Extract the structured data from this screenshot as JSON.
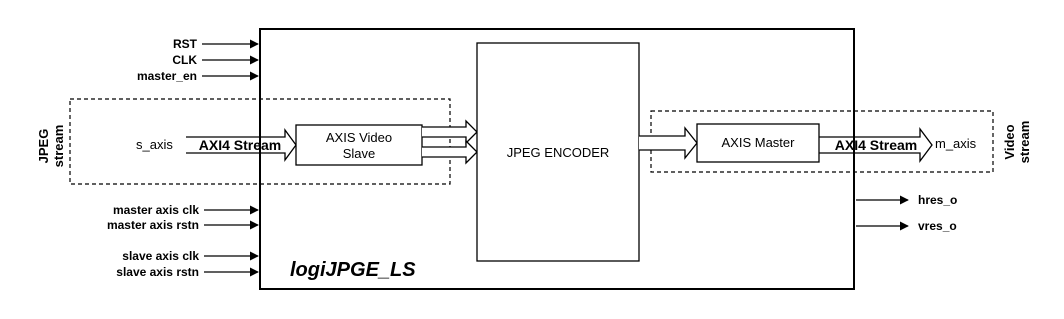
{
  "core": {
    "title": "logiJPGE_LS"
  },
  "left_signals": {
    "rst": "RST",
    "clk": "CLK",
    "master_en": "master_en",
    "master_axis_clk": "master axis clk",
    "master_axis_rstn": "master axis rstn",
    "slave_axis_clk": "slave axis clk",
    "slave_axis_rstn": "slave axis rstn"
  },
  "right_signals": {
    "hres": "hres_o",
    "vres": "vres_o"
  },
  "blocks": {
    "axis_video_slave": [
      "AXIS Video",
      "Slave"
    ],
    "jpeg_encoder": "JPEG ENCODER",
    "axis_master": "AXIS Master"
  },
  "streams": {
    "input_bus": "AXI4 Stream",
    "output_bus": "AXI4 Stream",
    "input_port": "s_axis",
    "output_port": "m_axis",
    "input_group": [
      "JPEG",
      "stream"
    ],
    "output_group": [
      "Video",
      "stream"
    ]
  }
}
